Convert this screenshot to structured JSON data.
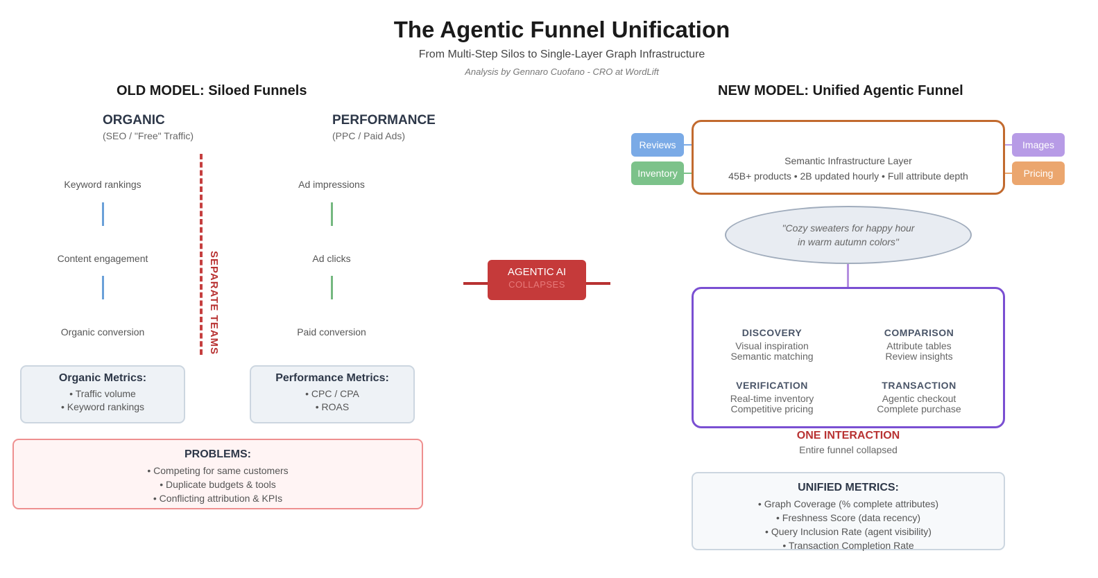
{
  "header": {
    "title": "The Agentic Funnel Unification",
    "subtitle": "From Multi-Step Silos to Single-Layer Graph Infrastructure",
    "byline": "Analysis by Gennaro Cuofano - CRO at WordLift"
  },
  "old_model": {
    "title": "OLD MODEL: Siloed Funnels",
    "organic": {
      "heading": "ORGANIC",
      "subheading": "(SEO / \"Free\" Traffic)",
      "steps": [
        "Keyword rankings",
        "Content engagement",
        "Organic conversion"
      ],
      "metrics": {
        "heading": "Organic Metrics:",
        "items": [
          "• Traffic volume",
          "• Keyword rankings"
        ]
      }
    },
    "performance": {
      "heading": "PERFORMANCE",
      "subheading": "(PPC / Paid Ads)",
      "steps": [
        "Ad impressions",
        "Ad clicks",
        "Paid conversion"
      ],
      "metrics": {
        "heading": "Performance Metrics:",
        "items": [
          "• CPC / CPA",
          "• ROAS"
        ]
      }
    },
    "separator_label": "SEPARATE TEAMS",
    "problems": {
      "heading": "PROBLEMS:",
      "items": [
        "• Competing for same customers",
        "• Duplicate budgets & tools",
        "• Conflicting attribution & KPIs"
      ]
    }
  },
  "collapse": {
    "line1": "AGENTIC AI",
    "line2": "COLLAPSES"
  },
  "new_model": {
    "title": "NEW MODEL: Unified Agentic Funnel",
    "semantic_layer": {
      "title": "Semantic Infrastructure Layer",
      "description": "45B+ products • 2B updated hourly • Full attribute depth"
    },
    "tags": {
      "reviews": "Reviews",
      "inventory": "Inventory",
      "images": "Images",
      "pricing": "Pricing"
    },
    "query": {
      "line1": "\"Cozy sweaters for happy hour",
      "line2": "in warm autumn colors\""
    },
    "stages": [
      {
        "heading": "DISCOVERY",
        "line1": "Visual inspiration",
        "line2": "Semantic matching"
      },
      {
        "heading": "COMPARISON",
        "line1": "Attribute tables",
        "line2": "Review insights"
      },
      {
        "heading": "VERIFICATION",
        "line1": "Real-time inventory",
        "line2": "Competitive pricing"
      },
      {
        "heading": "TRANSACTION",
        "line1": "Agentic checkout",
        "line2": "Complete purchase"
      }
    ],
    "one_interaction": {
      "heading": "ONE INTERACTION",
      "subheading": "Entire funnel collapsed"
    },
    "unified_metrics": {
      "heading": "UNIFIED METRICS:",
      "items": [
        "• Graph Coverage (% complete attributes)",
        "• Freshness Score (data recency)",
        "• Query Inclusion Rate (agent visibility)",
        "• Transaction Completion Rate"
      ]
    }
  },
  "colors": {
    "reviews": "#7aaae6",
    "inventory": "#7cc28a",
    "images": "#b79be6",
    "pricing": "#eba66e",
    "semantic_border": "#c26a2e",
    "funnel_border": "#7a4fd2",
    "accent_red": "#b83232"
  }
}
